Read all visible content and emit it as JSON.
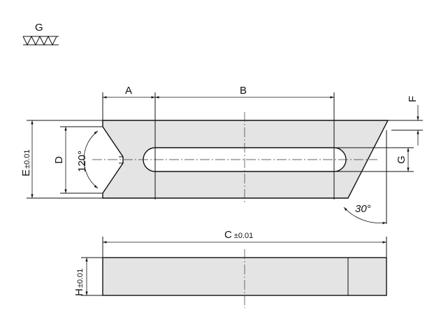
{
  "surface_symbol": {
    "letter": "G"
  },
  "labels": {
    "A": "A",
    "B": "B",
    "C_main": "C",
    "C_tol": "±0.01",
    "D": "D",
    "E_main": "E",
    "E_tol": "±0.01",
    "F": "F",
    "G": "G",
    "H_main": "H",
    "H_tol": "±0.01",
    "angle_v": "120°",
    "angle_edge": "30°"
  }
}
